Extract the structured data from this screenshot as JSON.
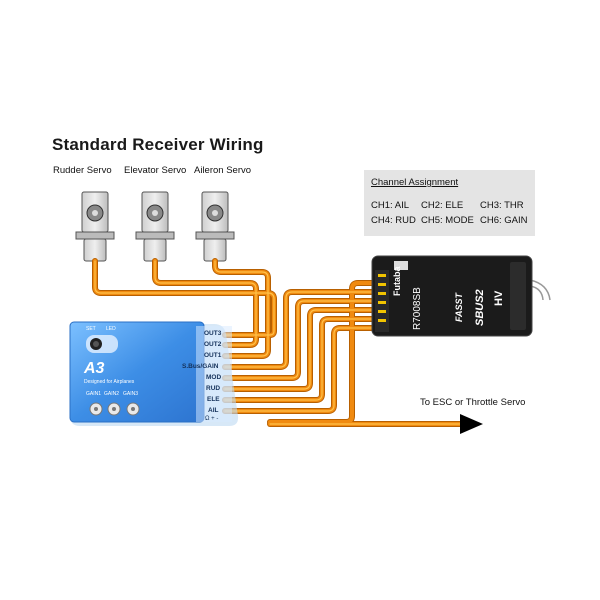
{
  "title": "Standard Receiver Wiring",
  "servos": [
    {
      "label": "Rudder Servo"
    },
    {
      "label": "Elevator Servo"
    },
    {
      "label": "Aileron Servo"
    }
  ],
  "channel_assignment": {
    "title": "Channel Assignment",
    "rows": [
      [
        "CH1: AIL",
        "CH2: ELE",
        "CH3: THR"
      ],
      [
        "CH4: RUD",
        "CH5: MODE",
        "CH6: GAIN"
      ]
    ]
  },
  "controller": {
    "model": "A3",
    "subtitle": "Designed for Airplanes",
    "led_labels": [
      "SET",
      "LED"
    ],
    "gain_labels": [
      "GAIN1",
      "GAIN2",
      "GAIN3"
    ],
    "ports": [
      "OUT3",
      "OUT2",
      "OUT1",
      "S.Bus/GAIN",
      "MOD",
      "RUD",
      "ELE",
      "AIL"
    ],
    "bottom_marks": "Ω + -"
  },
  "receiver": {
    "brand": "Futaba",
    "model": "R7008SB",
    "fasst": "FASST",
    "sbus2": "SBUS2",
    "hv": "HV"
  },
  "esc_label": "To ESC or Throttle Servo",
  "colors": {
    "wire_orange": "#f08a10",
    "wire_light": "#ffc24a",
    "wire_dark": "#b86000",
    "controller_blue": "#3d8ee6",
    "receiver_black": "#1b1b1b",
    "channel_box_bg": "#e4e4e4"
  }
}
